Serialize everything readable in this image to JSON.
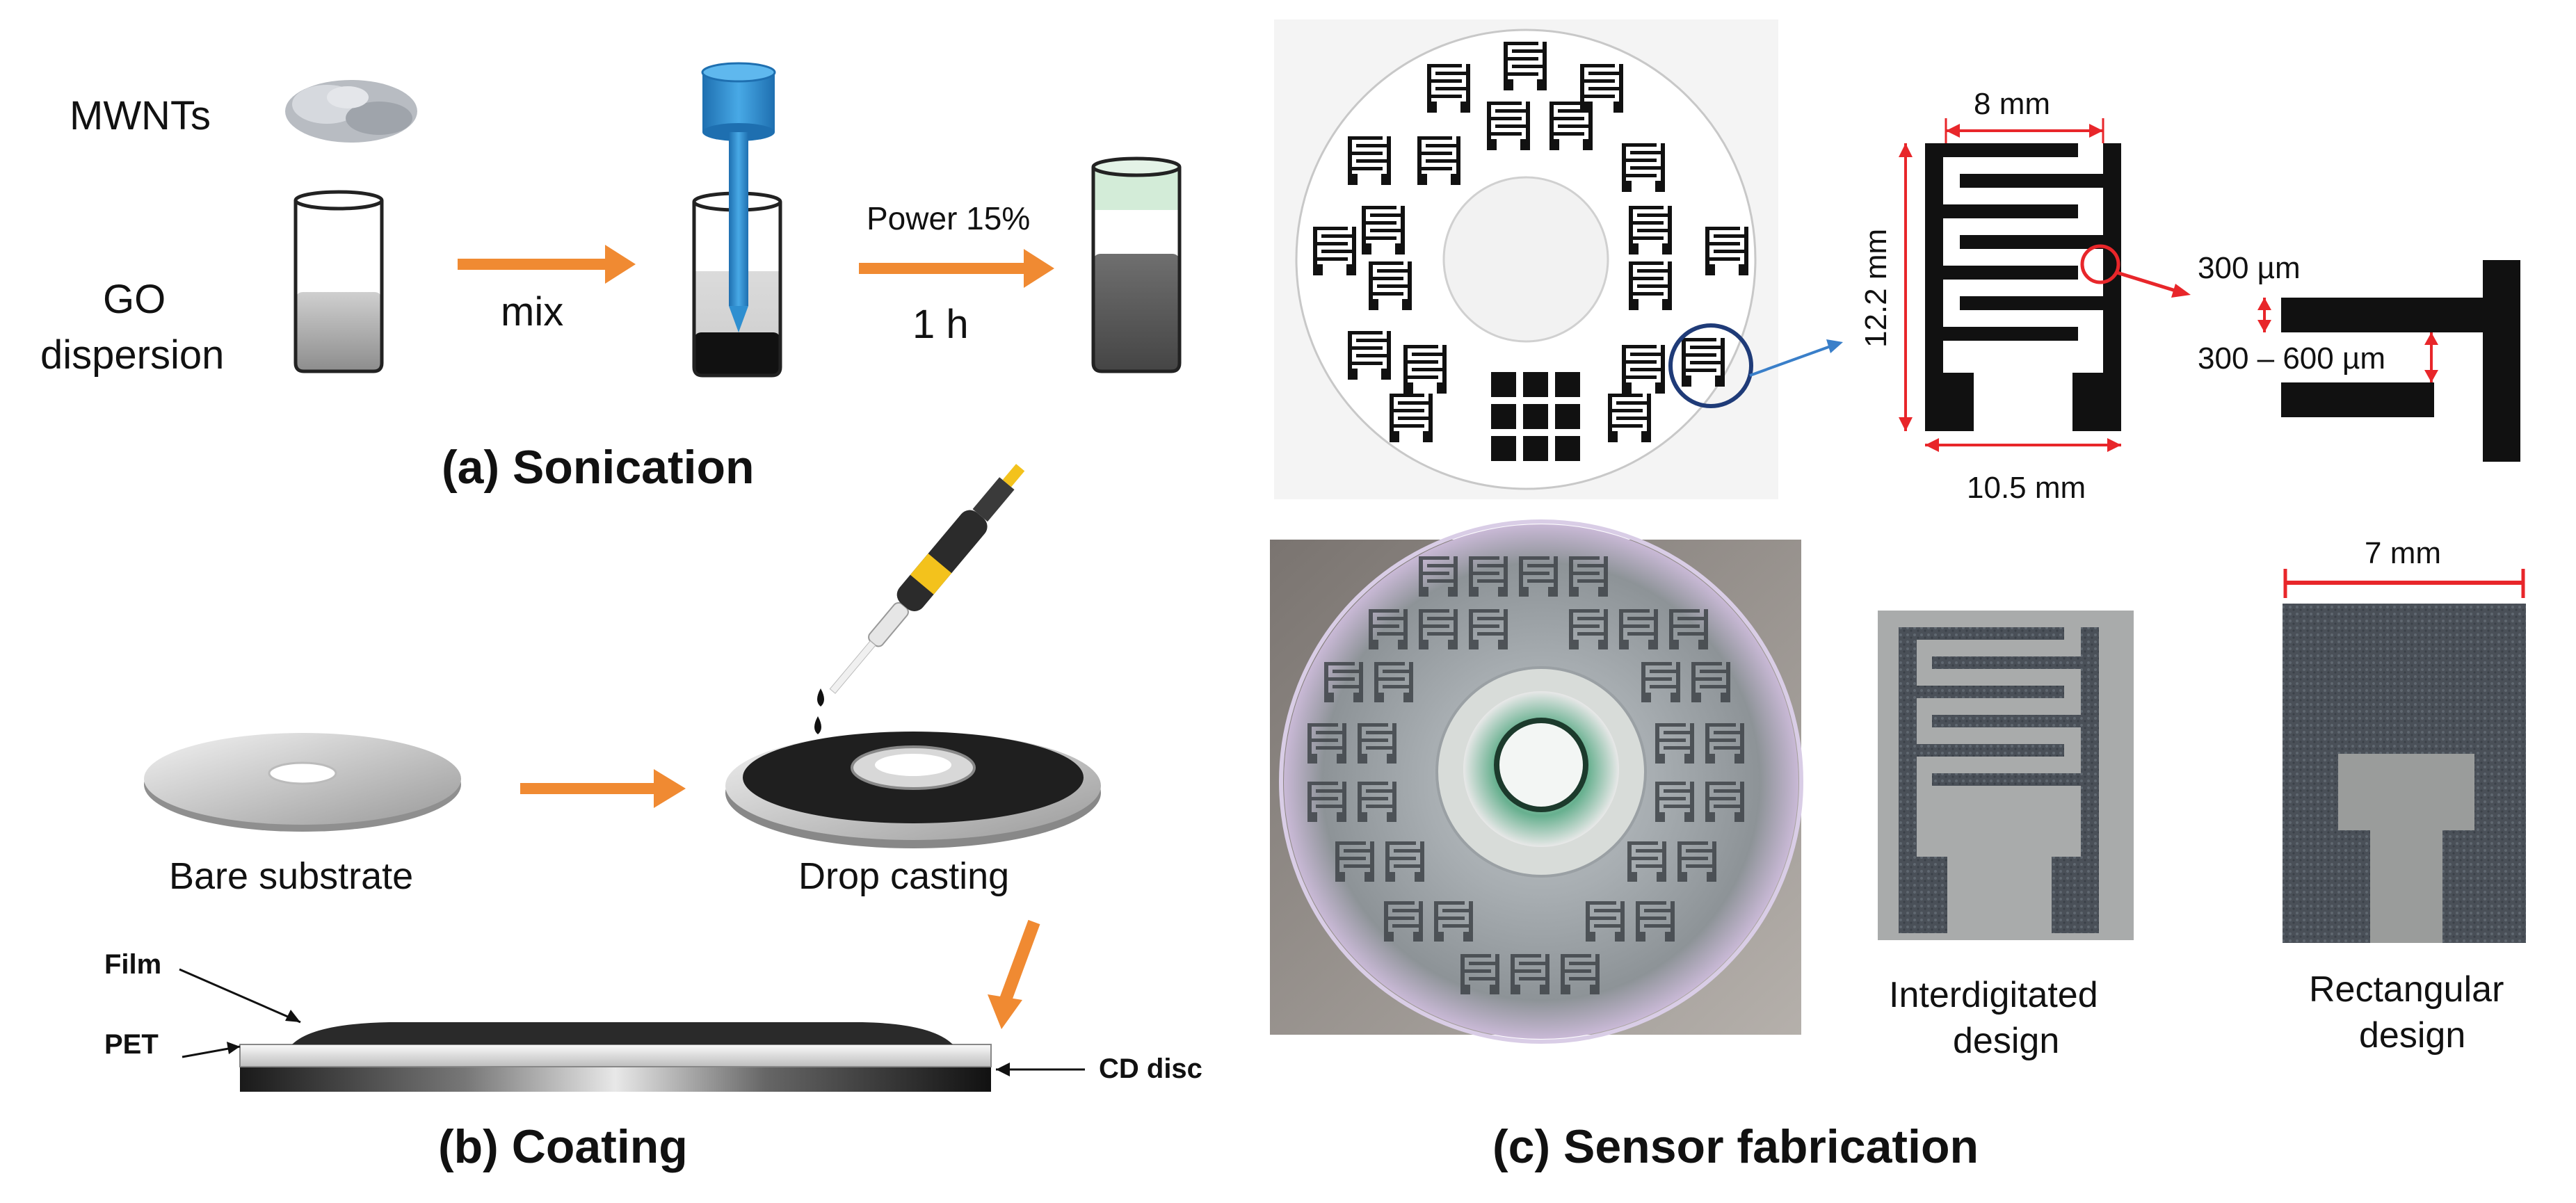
{
  "panel_a": {
    "mwnts_label": "MWNTs",
    "go_label_line1": "GO",
    "go_label_line2": "dispersion",
    "mix_label": "mix",
    "power_label": "Power 15%",
    "time_label": "1 h",
    "caption": "(a) Sonication"
  },
  "panel_b": {
    "bare_label": "Bare substrate",
    "drop_label": "Drop casting",
    "film_label": "Film",
    "pet_label": "PET",
    "cd_label": "CD disc",
    "caption": "(b) Coating"
  },
  "panel_c": {
    "dim_width_top": "8 mm",
    "dim_height": "12.2 mm",
    "dim_width_bottom": "10.5 mm",
    "dim_300": "300 µm",
    "dim_gap": "300 – 600 µm",
    "dim_7mm": "7 mm",
    "inter_line1": "Interdigitated",
    "inter_line2": "design",
    "rect_line1": "Rectangular",
    "rect_line2": "design",
    "caption": "(c) Sensor fabrication"
  },
  "colors": {
    "arrow_orange": "#f08a32",
    "dim_red": "#e8262a",
    "pipette_blue": "#2f8fd0",
    "circle_navy": "#1f3b78",
    "connector_blue": "#3a7fc9",
    "electrode_black": "#111111"
  }
}
